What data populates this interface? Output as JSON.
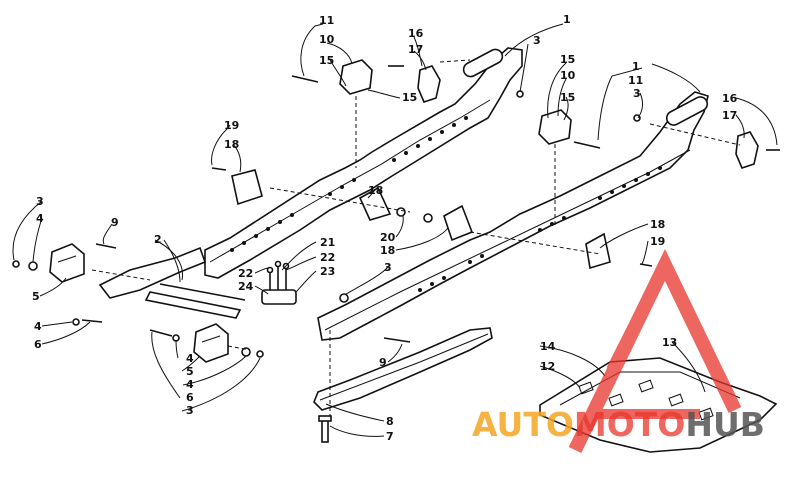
{
  "diagram": {
    "callouts": [
      {
        "id": "c1a",
        "text": "1"
      },
      {
        "id": "c1b",
        "text": "1"
      },
      {
        "id": "c2",
        "text": "2"
      },
      {
        "id": "c3a",
        "text": "3"
      },
      {
        "id": "c3b",
        "text": "3"
      },
      {
        "id": "c3c",
        "text": "3"
      },
      {
        "id": "c3d",
        "text": "3"
      },
      {
        "id": "c3e",
        "text": "3"
      },
      {
        "id": "c4a",
        "text": "4"
      },
      {
        "id": "c4b",
        "text": "4"
      },
      {
        "id": "c4c",
        "text": "4"
      },
      {
        "id": "c4d",
        "text": "4"
      },
      {
        "id": "c5a",
        "text": "5"
      },
      {
        "id": "c5b",
        "text": "5"
      },
      {
        "id": "c6a",
        "text": "6"
      },
      {
        "id": "c6b",
        "text": "6"
      },
      {
        "id": "c7",
        "text": "7"
      },
      {
        "id": "c8",
        "text": "8"
      },
      {
        "id": "c9a",
        "text": "9"
      },
      {
        "id": "c9b",
        "text": "9"
      },
      {
        "id": "c10a",
        "text": "10"
      },
      {
        "id": "c10b",
        "text": "10"
      },
      {
        "id": "c11a",
        "text": "11"
      },
      {
        "id": "c11b",
        "text": "11"
      },
      {
        "id": "c12",
        "text": "12"
      },
      {
        "id": "c13",
        "text": "13"
      },
      {
        "id": "c14",
        "text": "14"
      },
      {
        "id": "c15a",
        "text": "15"
      },
      {
        "id": "c15b",
        "text": "15"
      },
      {
        "id": "c15c",
        "text": "15"
      },
      {
        "id": "c15d",
        "text": "15"
      },
      {
        "id": "c16a",
        "text": "16"
      },
      {
        "id": "c16b",
        "text": "16"
      },
      {
        "id": "c17a",
        "text": "17"
      },
      {
        "id": "c17b",
        "text": "17"
      },
      {
        "id": "c18a",
        "text": "18"
      },
      {
        "id": "c18b",
        "text": "18"
      },
      {
        "id": "c18c",
        "text": "18"
      },
      {
        "id": "c18d",
        "text": "18"
      },
      {
        "id": "c19a",
        "text": "19"
      },
      {
        "id": "c19b",
        "text": "19"
      },
      {
        "id": "c20",
        "text": "20"
      },
      {
        "id": "c21",
        "text": "21"
      },
      {
        "id": "c22a",
        "text": "22"
      },
      {
        "id": "c22b",
        "text": "22"
      },
      {
        "id": "c23",
        "text": "23"
      },
      {
        "id": "c24",
        "text": "24"
      }
    ]
  },
  "watermark": {
    "text_part1": "AUTO",
    "text_part2": "MOTO",
    "text_part3": "HUB",
    "color_red": "#e8352b",
    "color_orange": "#f5a623",
    "color_gray": "#555555"
  }
}
